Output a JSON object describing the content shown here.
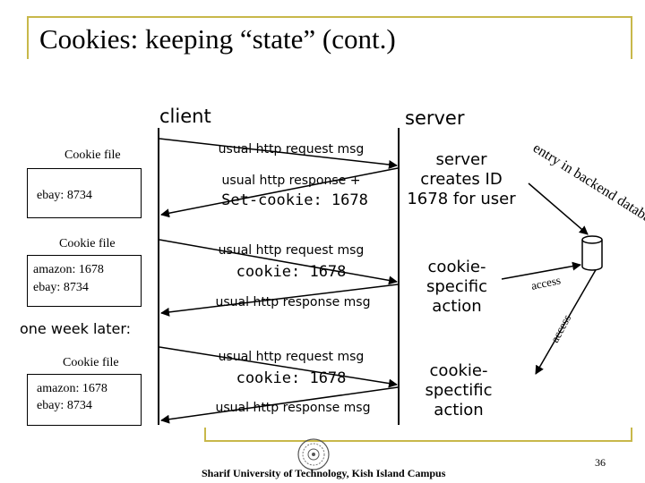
{
  "title": "Cookies: keeping “state” (cont.)",
  "labels": {
    "client": "client",
    "server": "server",
    "one_week_later": "one week later:"
  },
  "cookie_files": [
    {
      "label": "Cookie file",
      "entries": [
        "ebay: 8734"
      ]
    },
    {
      "label": "Cookie file",
      "entries": [
        "amazon: 1678",
        "ebay: 8734"
      ]
    },
    {
      "label": "Cookie file",
      "entries": [
        "amazon: 1678",
        "ebay: 8734"
      ]
    }
  ],
  "messages": {
    "m1": {
      "line1": "usual http request msg"
    },
    "m2": {
      "line1": "usual http response +",
      "line2": "Set-cookie: 1678"
    },
    "m3": {
      "line1": "usual http request msg",
      "line2": "cookie: 1678"
    },
    "m4": {
      "line1": "usual http response msg"
    },
    "m5": {
      "line1": "usual http request msg",
      "line2": "cookie: 1678"
    },
    "m6": {
      "line1": "usual http response msg"
    }
  },
  "server_actions": {
    "a1": [
      "server",
      "creates ID",
      "1678 for user"
    ],
    "a2": [
      "cookie-",
      "specific",
      "action"
    ],
    "a3": [
      "cookie-",
      "spectific",
      "action"
    ]
  },
  "database_labels": {
    "entry": "entry in backend database",
    "access1": "access",
    "access2": "access"
  },
  "footer": {
    "institution": "Sharif University of Technology, Kish Island Campus",
    "page": "36"
  },
  "colors": {
    "accent": "#c8b84a",
    "line": "#000000"
  }
}
